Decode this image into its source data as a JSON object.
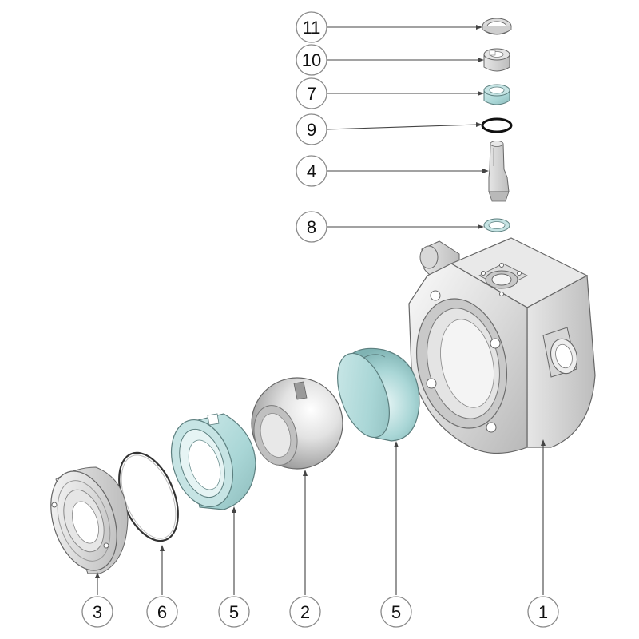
{
  "diagram": {
    "type": "exploded-assembly",
    "colors": {
      "metal_light": "#f0f0f0",
      "metal_mid": "#cfcfcf",
      "metal_dark": "#8c8c8c",
      "seal_teal": "#a9d6d6",
      "seal_teal_dark": "#7fb3b3",
      "outline": "#555555",
      "oring": "#111111"
    },
    "callouts_top": [
      "11",
      "10",
      "7",
      "9",
      "4",
      "8"
    ],
    "callouts_bottom": [
      "3",
      "6",
      "5",
      "2",
      "5",
      "1"
    ]
  }
}
